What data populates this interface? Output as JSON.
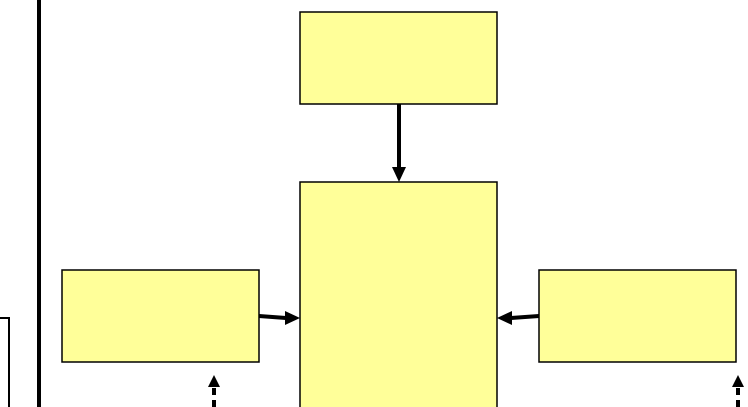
{
  "diagram": {
    "box_fill": "#ffff99",
    "stroke_color": "#000000",
    "boxes": [
      {
        "id": "top-box",
        "label": ""
      },
      {
        "id": "center-box",
        "label": ""
      },
      {
        "id": "left-box",
        "label": ""
      },
      {
        "id": "right-box",
        "label": ""
      }
    ],
    "connections": [
      {
        "from": "top-box",
        "to": "center-box",
        "style": "solid"
      },
      {
        "from": "left-box",
        "to": "center-box",
        "style": "solid"
      },
      {
        "from": "right-box",
        "to": "center-box",
        "style": "solid"
      }
    ]
  }
}
